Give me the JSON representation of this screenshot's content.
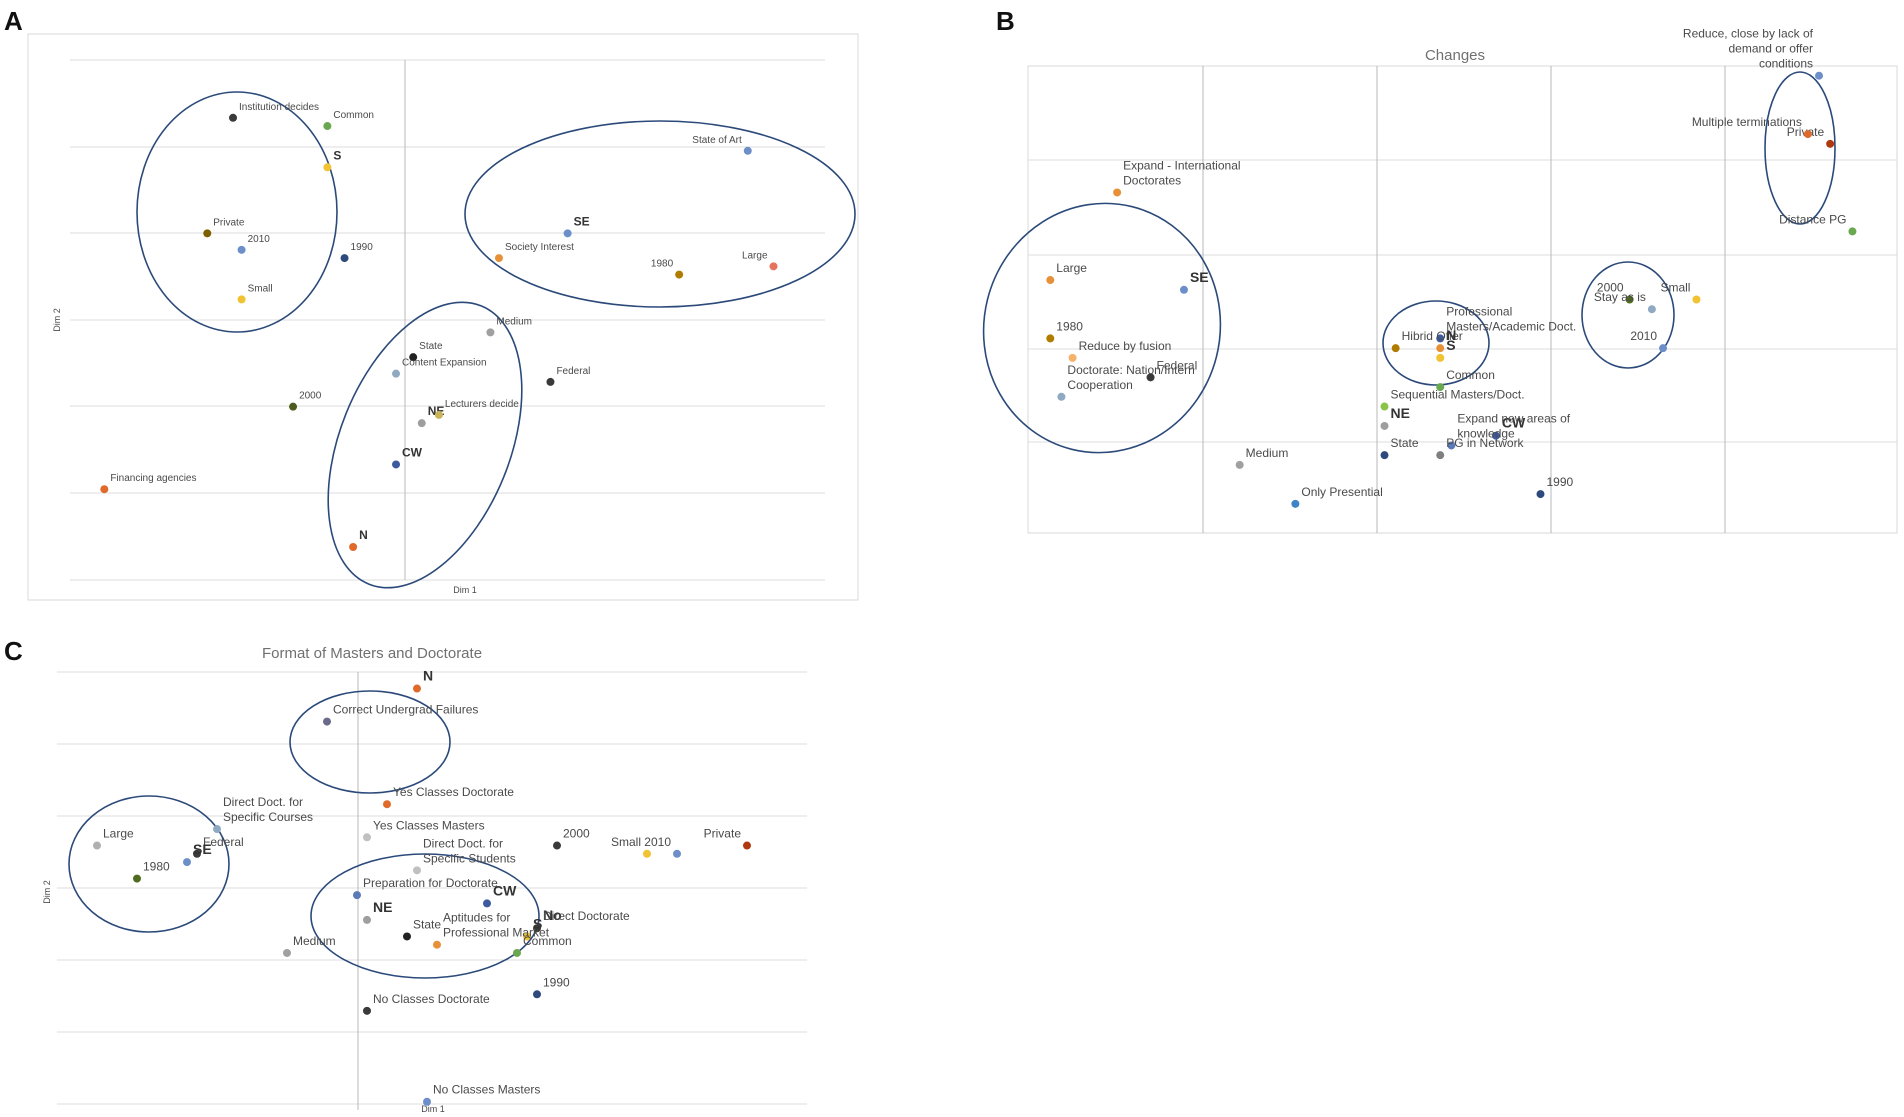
{
  "panels": [
    {
      "letter": "A",
      "title": "",
      "xlabel": "Dim 1",
      "ylabel": "Dim 2",
      "points": [
        {
          "label": "Institution decides",
          "x": -2.3,
          "y": 2.3,
          "color": "#3a3a3a"
        },
        {
          "label": "Common",
          "x": -1.2,
          "y": 2.2,
          "color": "#6aa84f"
        },
        {
          "label": "S",
          "x": -1.2,
          "y": 1.7,
          "color": "#f1c232"
        },
        {
          "label": "Private",
          "x": -2.6,
          "y": 0.9,
          "color": "#7f6000"
        },
        {
          "label": "2010",
          "x": -2.2,
          "y": 0.7,
          "color": "#6d8fc9"
        },
        {
          "label": "1990",
          "x": -1.0,
          "y": 0.6,
          "color": "#2e4a7d"
        },
        {
          "label": "Small",
          "x": -2.2,
          "y": 0.1,
          "color": "#f1c232"
        },
        {
          "label": "State of Art",
          "x": 3.7,
          "y": 1.9,
          "color": "#6d8fc9"
        },
        {
          "label": "SE",
          "x": 1.6,
          "y": 0.9,
          "color": "#6d8fc9"
        },
        {
          "label": "Society Interest",
          "x": 0.8,
          "y": 0.6,
          "color": "#e69138"
        },
        {
          "label": "1980",
          "x": 2.9,
          "y": 0.4,
          "color": "#b07c00"
        },
        {
          "label": "Large",
          "x": 4.0,
          "y": 0.5,
          "color": "#e6735c"
        },
        {
          "label": "Medium",
          "x": 0.7,
          "y": -0.3,
          "color": "#a0a0a0"
        },
        {
          "label": "State",
          "x": -0.2,
          "y": -0.6,
          "color": "#222222"
        },
        {
          "label": "Content Expansion",
          "x": -0.4,
          "y": -0.8,
          "color": "#8ea9c1"
        },
        {
          "label": "Federal",
          "x": 1.4,
          "y": -0.9,
          "color": "#3a3a3a"
        },
        {
          "label": "2000",
          "x": -1.6,
          "y": -1.2,
          "color": "#4e5b1f"
        },
        {
          "label": "NE",
          "x": -0.1,
          "y": -1.4,
          "color": "#9e9e9e"
        },
        {
          "label": "Lecturers decide",
          "x": 0.1,
          "y": -1.3,
          "color": "#c9b458"
        },
        {
          "label": "CW",
          "x": -0.4,
          "y": -1.9,
          "color": "#3d5a9e"
        },
        {
          "label": "Financing agencies",
          "x": -3.8,
          "y": -2.2,
          "color": "#e06a2b"
        },
        {
          "label": "N",
          "x": -0.9,
          "y": -2.9,
          "color": "#e06a2b"
        }
      ]
    },
    {
      "letter": "B",
      "title": "Changes",
      "xlabel": "",
      "ylabel": "",
      "points": [
        {
          "label": "Reduce, close by lack of demand or offer conditions",
          "x": 4.2,
          "y": 2.9,
          "color": "#6d8fc9"
        },
        {
          "label": "Private",
          "x": 4.3,
          "y": 2.2,
          "color": "#b03a10"
        },
        {
          "label": "Multiple terminations",
          "x": 4.1,
          "y": 2.3,
          "color": "#e06a2b"
        },
        {
          "label": "Distance PG",
          "x": 4.5,
          "y": 1.3,
          "color": "#6aa84f"
        },
        {
          "label": "Expand - International Doctorates",
          "x": -2.1,
          "y": 1.7,
          "color": "#e69138"
        },
        {
          "label": "SE",
          "x": -1.5,
          "y": 0.7,
          "color": "#6d8fc9"
        },
        {
          "label": "Large",
          "x": -2.7,
          "y": 0.8,
          "color": "#e69138"
        },
        {
          "label": "1980",
          "x": -2.7,
          "y": 0.2,
          "color": "#b07c00"
        },
        {
          "label": "Reduce by fusion",
          "x": -2.5,
          "y": 0.0,
          "color": "#f6b26b"
        },
        {
          "label": "Federal",
          "x": -1.8,
          "y": -0.2,
          "color": "#3a3a3a"
        },
        {
          "label": "Doctorate: Nation/Intern Cooperation",
          "x": -2.6,
          "y": -0.4,
          "color": "#8ea9c1"
        },
        {
          "label": "Professional Masters/Academic Doct.",
          "x": 0.8,
          "y": 0.2,
          "color": "#3d5a9e"
        },
        {
          "label": "Hibrid Offer",
          "x": 0.4,
          "y": 0.1,
          "color": "#b07c00"
        },
        {
          "label": "N",
          "x": 0.8,
          "y": 0.1,
          "color": "#e69138"
        },
        {
          "label": "S",
          "x": 0.8,
          "y": 0.0,
          "color": "#f1c232"
        },
        {
          "label": "Common",
          "x": 0.8,
          "y": -0.3,
          "color": "#6aa84f"
        },
        {
          "label": "Sequential Masters/Doct.",
          "x": 0.3,
          "y": -0.5,
          "color": "#8bc34a"
        },
        {
          "label": "NE",
          "x": 0.3,
          "y": -0.7,
          "color": "#9e9e9e"
        },
        {
          "label": "CW",
          "x": 1.3,
          "y": -0.8,
          "color": "#3d5a9e"
        },
        {
          "label": "Expand new areas of knowledge",
          "x": 0.9,
          "y": -0.9,
          "color": "#5b7bb8"
        },
        {
          "label": "Medium",
          "x": -1.0,
          "y": -1.1,
          "color": "#a0a0a0"
        },
        {
          "label": "State",
          "x": 0.3,
          "y": -1.0,
          "color": "#2e4a7d"
        },
        {
          "label": "PG in Network",
          "x": 0.8,
          "y": -1.0,
          "color": "#7f7f7f"
        },
        {
          "label": "Only Presential",
          "x": -0.5,
          "y": -1.5,
          "color": "#3d85c6"
        },
        {
          "label": "1990",
          "x": 1.7,
          "y": -1.4,
          "color": "#2e4a7d"
        },
        {
          "label": "2000",
          "x": 2.5,
          "y": 0.6,
          "color": "#4e6b1f"
        },
        {
          "label": "Small",
          "x": 3.1,
          "y": 0.6,
          "color": "#f1c232"
        },
        {
          "label": "Stay as is",
          "x": 2.7,
          "y": 0.5,
          "color": "#8ea9c1"
        },
        {
          "label": "2010",
          "x": 2.8,
          "y": 0.1,
          "color": "#6d8fc9"
        }
      ]
    },
    {
      "letter": "C",
      "title": "Format of Masters and Doctorate",
      "xlabel": "Dim 1",
      "ylabel": "Dim 2",
      "points": [
        {
          "label": "Correct Undergrad Failures",
          "x": -0.5,
          "y": 2.0,
          "color": "#6a6a8a"
        },
        {
          "label": "N",
          "x": 0.4,
          "y": 2.4,
          "color": "#e06a2b"
        },
        {
          "label": "Yes Classes Doctorate",
          "x": 0.1,
          "y": 1.0,
          "color": "#e06a2b"
        },
        {
          "label": "Yes Classes Masters",
          "x": -0.1,
          "y": 0.6,
          "color": "#c0c0c0"
        },
        {
          "label": "Direct Doct. for Specific Courses",
          "x": -1.6,
          "y": 0.7,
          "color": "#8ea9c1"
        },
        {
          "label": "Large",
          "x": -2.8,
          "y": 0.5,
          "color": "#b0b0b0"
        },
        {
          "label": "Federal",
          "x": -1.8,
          "y": 0.4,
          "color": "#3a3a3a"
        },
        {
          "label": "SE",
          "x": -1.9,
          "y": 0.3,
          "color": "#6d8fc9"
        },
        {
          "label": "1980",
          "x": -2.4,
          "y": 0.1,
          "color": "#4e6b1f"
        },
        {
          "label": "Preparation for Doctorate",
          "x": -0.2,
          "y": -0.1,
          "color": "#5b7bb8"
        },
        {
          "label": "Direct Doct. for Specific Students",
          "x": 0.4,
          "y": 0.2,
          "color": "#c0c0c0"
        },
        {
          "label": "CW",
          "x": 1.1,
          "y": -0.2,
          "color": "#3d5a9e"
        },
        {
          "label": "NE",
          "x": -0.1,
          "y": -0.4,
          "color": "#9e9e9e"
        },
        {
          "label": "State",
          "x": 0.3,
          "y": -0.6,
          "color": "#222222"
        },
        {
          "label": "No",
          "x": 1.6,
          "y": -0.5,
          "color": "#c9b458"
        },
        {
          "label": "Direct Doctorate",
          "x": 1.6,
          "y": -0.5,
          "color": "#3a3a3a"
        },
        {
          "label": "S",
          "x": 1.5,
          "y": -0.6,
          "color": "#f1c232"
        },
        {
          "label": "Common",
          "x": 1.4,
          "y": -0.8,
          "color": "#6aa84f"
        },
        {
          "label": "Aptitudes for Professional Market",
          "x": 0.6,
          "y": -0.7,
          "color": "#e69138"
        },
        {
          "label": "Medium",
          "x": -0.9,
          "y": -0.8,
          "color": "#a0a0a0"
        },
        {
          "label": "1990",
          "x": 1.6,
          "y": -1.3,
          "color": "#2e4a7d"
        },
        {
          "label": "No Classes Doctorate",
          "x": -0.1,
          "y": -1.5,
          "color": "#3a3a3a"
        },
        {
          "label": "No Classes Masters",
          "x": 0.5,
          "y": -2.6,
          "color": "#6d8fc9"
        },
        {
          "label": "2000",
          "x": 1.8,
          "y": 0.5,
          "color": "#3a3a3a"
        },
        {
          "label": "Small",
          "x": 2.7,
          "y": 0.4,
          "color": "#f1c232"
        },
        {
          "label": "2010",
          "x": 3.0,
          "y": 0.4,
          "color": "#6d8fc9"
        },
        {
          "label": "Private",
          "x": 3.7,
          "y": 0.5,
          "color": "#b03a10"
        }
      ]
    }
  ],
  "chart_data": [
    {
      "type": "scatter",
      "title": "",
      "xlabel": "Dim 1",
      "ylabel": "Dim 2",
      "grid": true
    },
    {
      "type": "scatter",
      "title": "Changes",
      "xlabel": "",
      "ylabel": "",
      "grid": true
    },
    {
      "type": "scatter",
      "title": "Format of Masters and Doctorate",
      "xlabel": "Dim 1",
      "ylabel": "Dim 2",
      "grid": true
    }
  ]
}
